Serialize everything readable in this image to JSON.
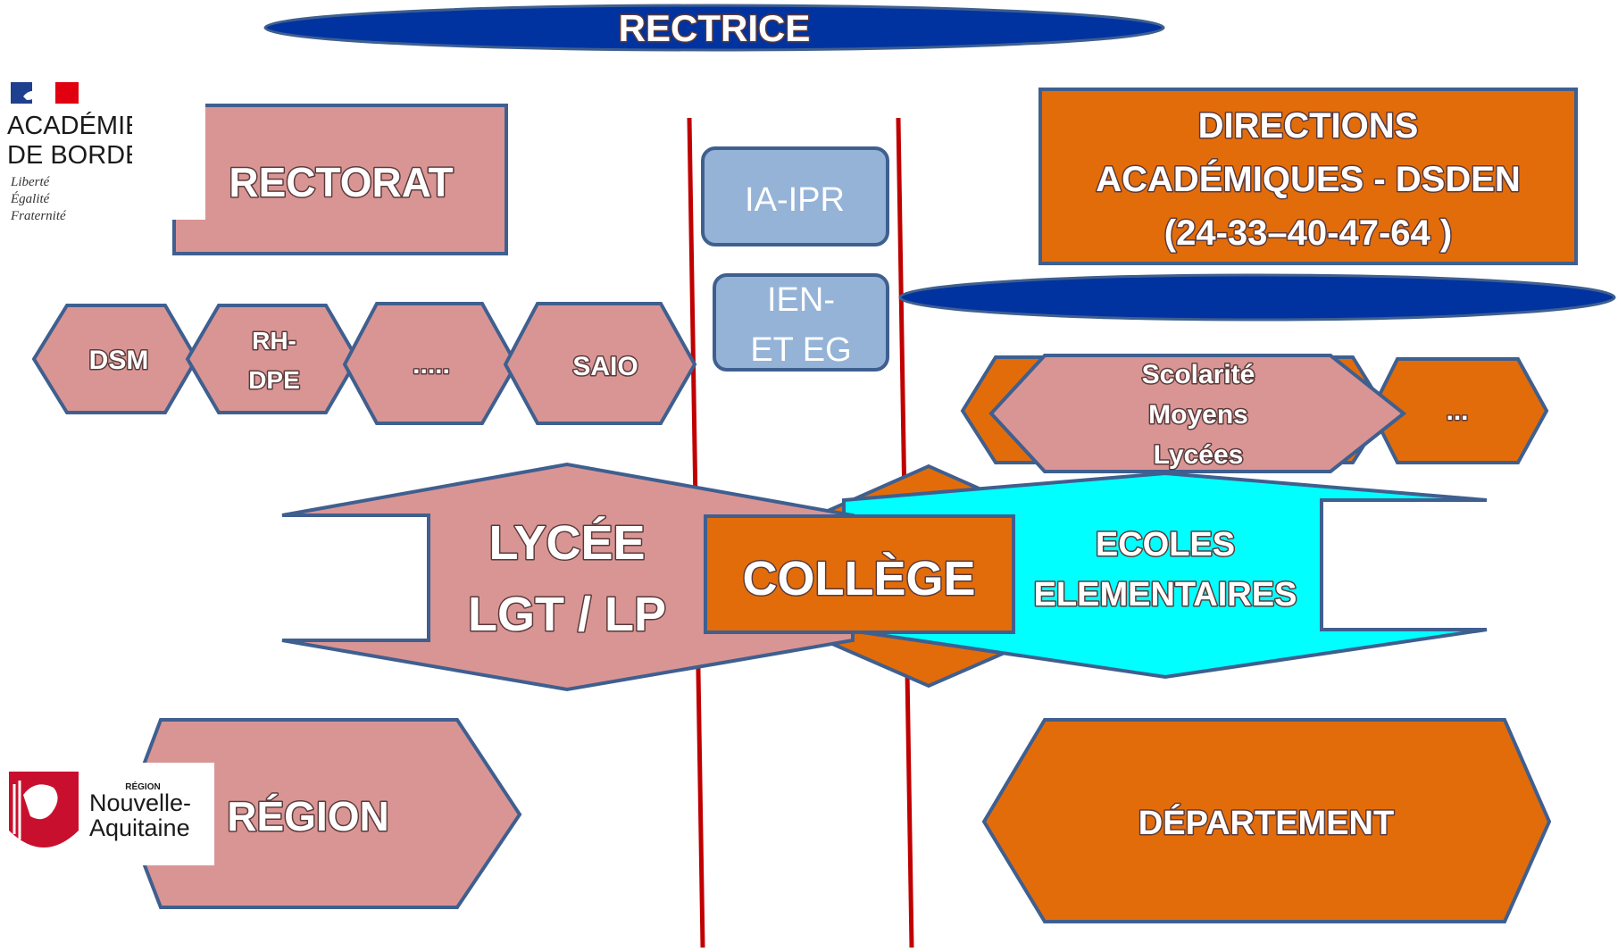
{
  "title": "RECTRICE",
  "rectorat": "RECTORAT",
  "directions": {
    "line1": "DIRECTIONS",
    "line2": "ACADÉMIQUES - DSDEN",
    "line3": "(24-33–40-47-64 )"
  },
  "inspectors": {
    "ia_ipr": "IA-IPR",
    "ien_line1": "IEN-",
    "ien_line2": "ET EG"
  },
  "services_left": {
    "dsm": "DSM",
    "rh_line1": "RH-",
    "rh_line2": "DPE",
    "dots": ".....",
    "saio": "SAIO"
  },
  "services_right": {
    "scolarite_line1": "Scolarité",
    "scolarite_line2": "Moyens",
    "scolarite_line3": "Lycées",
    "dots": "..."
  },
  "levels": {
    "lycee_line1": "LYCÉE",
    "lycee_line2": "LGT / LP",
    "college": "COLLÈGE",
    "ecoles_line1": "ECOLES",
    "ecoles_line2": "ELEMENTAIRES"
  },
  "region": "RÉGION",
  "departement": "DÉPARTEMENT",
  "logos": {
    "academie_line1": "ACADÉMIE",
    "academie_line2": "DE BORDEAUX",
    "motto1": "Liberté",
    "motto2": "Égalité",
    "motto3": "Fraternité",
    "region_small": "RÉGION",
    "region_name1": "Nouvelle-",
    "region_name2": "Aquitaine"
  },
  "colors": {
    "navy": "#0033a0",
    "pink": "#d99594",
    "orange": "#e36c0a",
    "cyan": "#00ffff",
    "light_blue": "#95b3d7",
    "red_line": "#c00000",
    "outline": "#3f5f8f"
  }
}
